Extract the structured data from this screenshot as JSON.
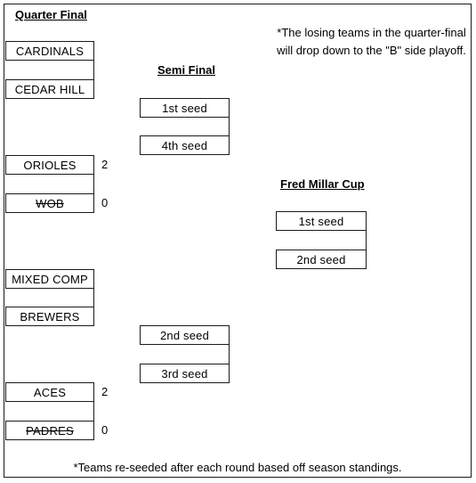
{
  "headers": {
    "quarter_final": "Quarter Final",
    "semi_final": "Semi Final",
    "final": "Fred Millar Cup"
  },
  "notes": {
    "top": "*The losing teams in the quarter-final will drop down to the \"B\" side playoff.",
    "bottom": "*Teams re-seeded after each round based off season standings."
  },
  "quarter_final": [
    {
      "team": "CARDINALS",
      "score": ""
    },
    {
      "team": "CEDAR HILL",
      "score": ""
    },
    {
      "team": "ORIOLES",
      "score": "2"
    },
    {
      "team": "WOB",
      "score": "0",
      "eliminated": true
    },
    {
      "team": "MIXED COMP",
      "score": ""
    },
    {
      "team": "BREWERS",
      "score": ""
    },
    {
      "team": "ACES",
      "score": "2"
    },
    {
      "team": "PADRES",
      "score": "0",
      "eliminated": true
    }
  ],
  "semi_final": [
    "1st seed",
    "4th seed",
    "2nd seed",
    "3rd seed"
  ],
  "final": [
    "1st seed",
    "2nd seed"
  ],
  "colors": {
    "line": "#1a1a1a",
    "background": "#ffffff"
  }
}
